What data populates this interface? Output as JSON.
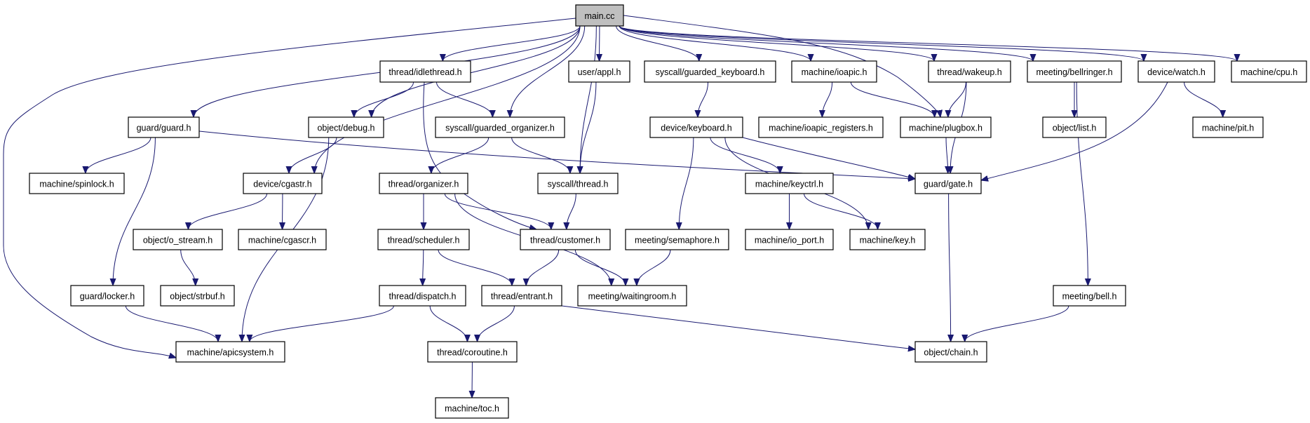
{
  "graph": {
    "root": "main.cc",
    "edge_color": "#191970",
    "root_fill": "#bfbfbf",
    "nodes": [
      "main.cc",
      "thread/idlethread.h",
      "user/appl.h",
      "syscall/guarded_keyboard.h",
      "machine/ioapic.h",
      "thread/wakeup.h",
      "meeting/bellringer.h",
      "device/watch.h",
      "machine/cpu.h",
      "guard/guard.h",
      "object/debug.h",
      "syscall/guarded_organizer.h",
      "device/keyboard.h",
      "machine/ioapic_registers.h",
      "machine/plugbox.h",
      "object/list.h",
      "machine/pit.h",
      "machine/spinlock.h",
      "device/cgastr.h",
      "thread/organizer.h",
      "syscall/thread.h",
      "machine/keyctrl.h",
      "guard/gate.h",
      "object/o_stream.h",
      "machine/cgascr.h",
      "thread/scheduler.h",
      "thread/customer.h",
      "meeting/semaphore.h",
      "machine/io_port.h",
      "machine/key.h",
      "guard/locker.h",
      "object/strbuf.h",
      "thread/dispatch.h",
      "thread/entrant.h",
      "meeting/waitingroom.h",
      "meeting/bell.h",
      "machine/apicsystem.h",
      "thread/coroutine.h",
      "object/chain.h",
      "machine/toc.h"
    ],
    "edges": [
      [
        "main.cc",
        "thread/idlethread.h"
      ],
      [
        "main.cc",
        "user/appl.h"
      ],
      [
        "main.cc",
        "syscall/guarded_keyboard.h"
      ],
      [
        "main.cc",
        "machine/ioapic.h"
      ],
      [
        "main.cc",
        "thread/wakeup.h"
      ],
      [
        "main.cc",
        "meeting/bellringer.h"
      ],
      [
        "main.cc",
        "device/watch.h"
      ],
      [
        "main.cc",
        "machine/cpu.h"
      ],
      [
        "main.cc",
        "guard/guard.h"
      ],
      [
        "main.cc",
        "object/debug.h"
      ],
      [
        "main.cc",
        "syscall/guarded_organizer.h"
      ],
      [
        "main.cc",
        "syscall/thread.h"
      ],
      [
        "main.cc",
        "device/cgastr.h"
      ],
      [
        "main.cc",
        "machine/apicsystem.h"
      ],
      [
        "main.cc",
        "machine/plugbox.h"
      ],
      [
        "thread/idlethread.h",
        "object/debug.h"
      ],
      [
        "thread/idlethread.h",
        "syscall/guarded_organizer.h"
      ],
      [
        "thread/idlethread.h",
        "thread/customer.h"
      ],
      [
        "user/appl.h",
        "syscall/thread.h"
      ],
      [
        "syscall/guarded_keyboard.h",
        "device/keyboard.h"
      ],
      [
        "machine/ioapic.h",
        "machine/ioapic_registers.h"
      ],
      [
        "machine/ioapic.h",
        "machine/plugbox.h"
      ],
      [
        "thread/wakeup.h",
        "machine/plugbox.h"
      ],
      [
        "thread/wakeup.h",
        "guard/gate.h"
      ],
      [
        "meeting/bellringer.h",
        "object/list.h"
      ],
      [
        "meeting/bellringer.h",
        "meeting/bell.h"
      ],
      [
        "device/watch.h",
        "guard/gate.h"
      ],
      [
        "device/watch.h",
        "machine/pit.h"
      ],
      [
        "guard/guard.h",
        "machine/spinlock.h"
      ],
      [
        "guard/guard.h",
        "guard/locker.h"
      ],
      [
        "guard/guard.h",
        "guard/gate.h"
      ],
      [
        "object/debug.h",
        "device/cgastr.h"
      ],
      [
        "object/debug.h",
        "machine/apicsystem.h"
      ],
      [
        "syscall/guarded_organizer.h",
        "thread/organizer.h"
      ],
      [
        "syscall/guarded_organizer.h",
        "syscall/thread.h"
      ],
      [
        "device/keyboard.h",
        "meeting/semaphore.h"
      ],
      [
        "device/keyboard.h",
        "machine/keyctrl.h"
      ],
      [
        "device/keyboard.h",
        "guard/gate.h"
      ],
      [
        "device/keyboard.h",
        "machine/key.h"
      ],
      [
        "machine/plugbox.h",
        "guard/gate.h"
      ],
      [
        "device/cgastr.h",
        "object/o_stream.h"
      ],
      [
        "device/cgastr.h",
        "machine/cgascr.h"
      ],
      [
        "thread/organizer.h",
        "thread/scheduler.h"
      ],
      [
        "thread/organizer.h",
        "thread/customer.h"
      ],
      [
        "thread/organizer.h",
        "meeting/waitingroom.h"
      ],
      [
        "syscall/thread.h",
        "thread/customer.h"
      ],
      [
        "machine/keyctrl.h",
        "machine/io_port.h"
      ],
      [
        "machine/keyctrl.h",
        "machine/key.h"
      ],
      [
        "guard/gate.h",
        "object/chain.h"
      ],
      [
        "object/o_stream.h",
        "object/strbuf.h"
      ],
      [
        "thread/scheduler.h",
        "thread/dispatch.h"
      ],
      [
        "thread/scheduler.h",
        "thread/entrant.h"
      ],
      [
        "thread/customer.h",
        "thread/entrant.h"
      ],
      [
        "thread/customer.h",
        "meeting/waitingroom.h"
      ],
      [
        "meeting/semaphore.h",
        "meeting/waitingroom.h"
      ],
      [
        "guard/locker.h",
        "machine/apicsystem.h"
      ],
      [
        "thread/dispatch.h",
        "machine/apicsystem.h"
      ],
      [
        "thread/dispatch.h",
        "thread/coroutine.h"
      ],
      [
        "thread/entrant.h",
        "thread/coroutine.h"
      ],
      [
        "thread/entrant.h",
        "object/chain.h"
      ],
      [
        "meeting/bell.h",
        "object/chain.h"
      ],
      [
        "thread/coroutine.h",
        "machine/toc.h"
      ]
    ]
  }
}
